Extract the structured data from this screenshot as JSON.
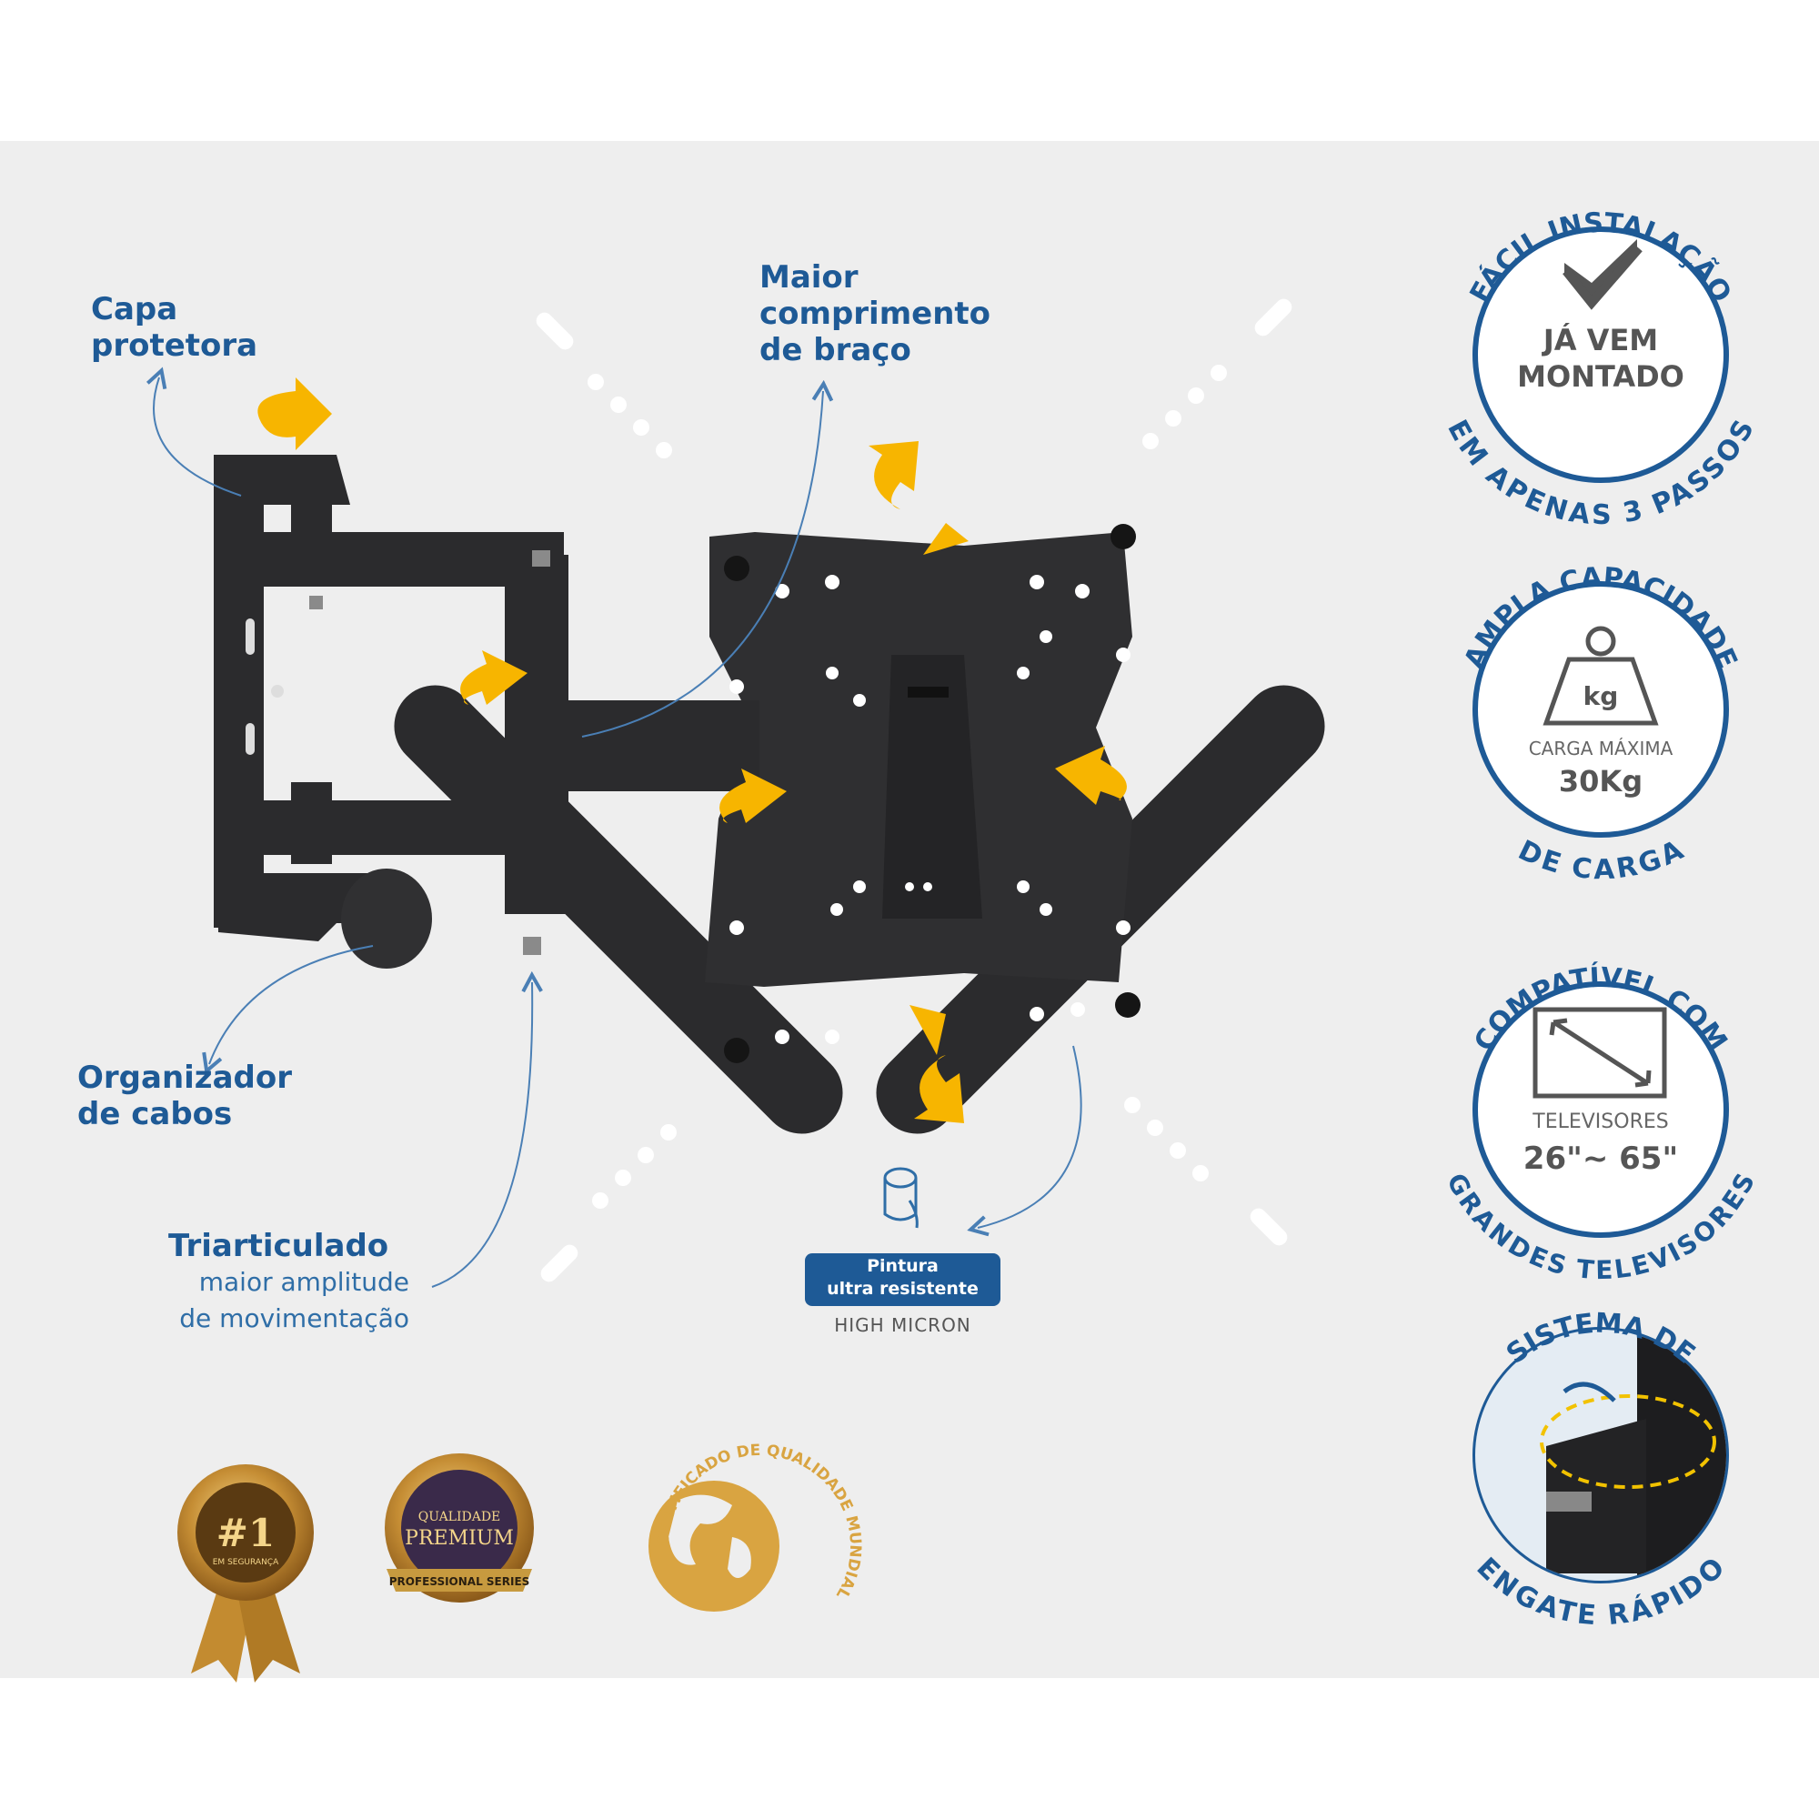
{
  "callouts": {
    "capa_line1": "Capa",
    "capa_line2": "protetora",
    "braco_line1": "Maior",
    "braco_line2": "comprimento",
    "braco_line3": "de braço",
    "organizador_line1": "Organizador",
    "organizador_line2": "de cabos",
    "triarticulado_title": "Triarticulado",
    "triarticulado_line1": "maior amplitude",
    "triarticulado_line2": "de movimentação"
  },
  "pintura": {
    "line1": "Pintura",
    "line2": "ultra resistente",
    "caption": "HIGH MICRON"
  },
  "badges": {
    "instalacao": {
      "arc_top": "FÁCIL INSTALAÇÃO",
      "arc_bottom": "EM APENAS 3 PASSOS",
      "line1": "JÁ VEM",
      "line2": "MONTADO"
    },
    "carga": {
      "arc_top": "AMPLA CAPACIDADE",
      "arc_bottom": "DE CARGA",
      "unit": "kg",
      "line1": "CARGA MÁXIMA",
      "line2": "30Kg"
    },
    "compativel": {
      "arc_top": "COMPATÍVEL COM",
      "arc_bottom": "GRANDES TELEVISORES",
      "line1": "TELEVISORES",
      "line2": "26\"~ 65\""
    },
    "engate": {
      "arc_top": "SISTEMA DE",
      "arc_bottom": "ENGATE RÁPIDO"
    }
  },
  "seals": {
    "seal1_big": "#1",
    "seal1_small": "EM SEGURANÇA",
    "seal2_line1": "QUALIDADE",
    "seal2_line2": "PREMIUM",
    "seal2_ribbon": "PROFESSIONAL SERIES",
    "seal3_arc": "CERTIFICADO DE QUALIDADE MUNDIAL"
  },
  "colors": {
    "accent_blue": "#1e5a96",
    "badge_blue": "#1e5a96",
    "arrow_yellow": "#f7b500",
    "metal": "#2b2b2d",
    "panel_bg": "#eeeeee",
    "gold": "#d9a441"
  }
}
